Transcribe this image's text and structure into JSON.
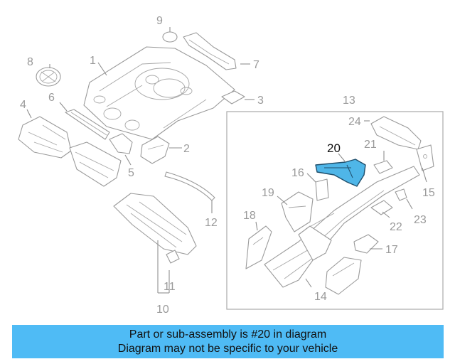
{
  "diagram": {
    "highlight_color": "#4fb6e8",
    "highlighted_part": "20",
    "callouts": [
      "1",
      "2",
      "3",
      "4",
      "5",
      "6",
      "7",
      "8",
      "9",
      "10",
      "11",
      "12",
      "13",
      "14",
      "15",
      "16",
      "17",
      "18",
      "19",
      "20",
      "21",
      "22",
      "23",
      "24"
    ]
  },
  "banner": {
    "line1": "Part or sub-assembly is #20 in diagram",
    "line2": "Diagram may not be specific to your vehicle",
    "background": "#4fbbf5"
  }
}
